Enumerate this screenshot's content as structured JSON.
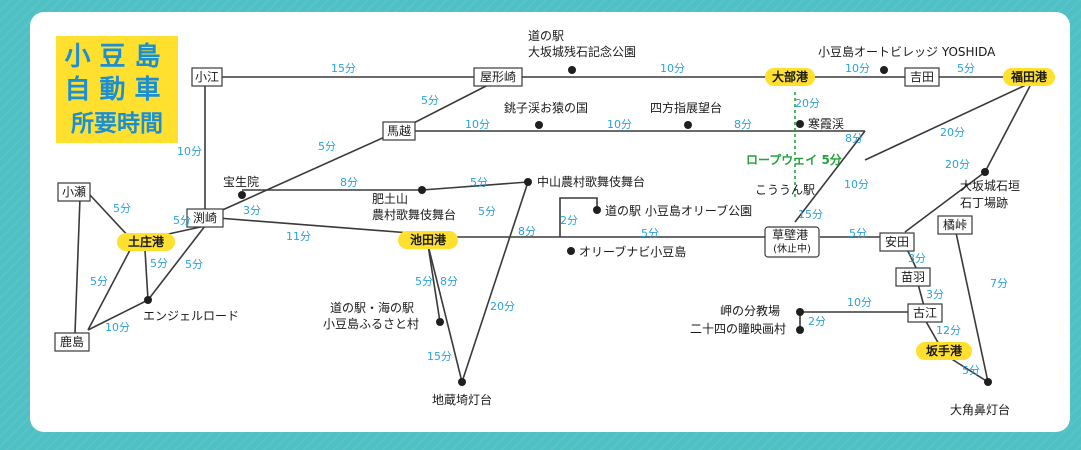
{
  "title": {
    "line1": "小豆島",
    "line2": "自動車",
    "line3": "所要時間"
  },
  "colors": {
    "route": "#3a3a3a",
    "time": "#29a3d9",
    "port": "#ffe02e",
    "ropeway": "#24a33a",
    "title_bg": "#ffe02e",
    "title_text": "#1a8fd6",
    "background": "#4fc0c4"
  },
  "places": {
    "shodoshima": "小江",
    "yagatazaki": "屋形崎",
    "michinoeki_osaka": "道の駅\n大坂城残石記念公園",
    "obeko": "大部港",
    "autovillage": "小豆島オートビレッジ YOSHIDA",
    "yoshida": "吉田",
    "fukudako": "福田港",
    "choshikei": "銚子渓お猿の国",
    "shihoshi": "四方指展望台",
    "umagoe": "馬越",
    "kankakei": "寒霞渓",
    "ropeway": "ロープウェイ 5分",
    "kouunkei": "こううん駅",
    "koseyama": "小瀬",
    "hosyoin": "宝生院",
    "hitoyama": "肥土山\n農村歌舞伎舞台",
    "nakayama": "中山農村歌舞伎舞台",
    "michinoeki_olive": "道の駅 小豆島オリーブ公園",
    "fuchizaki": "渕崎",
    "tonoshoko": "土庄港",
    "ikedako": "池田港",
    "olivenavi": "オリーブナビ小豆島",
    "kusakabeko": "草壁港\n(休止中)",
    "yasuda": "安田",
    "osaka_ishigaki": "大坂城石垣\n石丁場跡",
    "tachibana": "橘峠",
    "angelroad": "エンジェルロード",
    "kashima": "鹿島",
    "michinoeki_umi": "道の駅・海の駅\n小豆島ふるさと村",
    "jizosaki": "地蔵埼灯台",
    "misaki": "岬の分教場",
    "nijushi": "二十四の瞳映画村",
    "naeba": "苗羽",
    "koe": "古江",
    "sakateko": "坂手港",
    "okabana": "大角鼻灯台"
  },
  "times": [
    {
      "id": "t1",
      "text": "15分"
    },
    {
      "id": "t2",
      "text": "10分"
    },
    {
      "id": "t3",
      "text": "10分"
    },
    {
      "id": "t4",
      "text": "5分"
    },
    {
      "id": "t5",
      "text": "5分"
    },
    {
      "id": "t6",
      "text": "10分"
    },
    {
      "id": "t7",
      "text": "10分"
    },
    {
      "id": "t8",
      "text": "8分"
    },
    {
      "id": "t9",
      "text": "20分"
    },
    {
      "id": "t10",
      "text": "8分"
    },
    {
      "id": "t11",
      "text": "20分"
    },
    {
      "id": "t12",
      "text": "10分"
    },
    {
      "id": "t13",
      "text": "5分"
    },
    {
      "id": "t14",
      "text": "20分"
    },
    {
      "id": "t15",
      "text": "8分"
    },
    {
      "id": "t16",
      "text": "5分"
    },
    {
      "id": "t17",
      "text": "3分"
    },
    {
      "id": "t18",
      "text": "5分"
    },
    {
      "id": "t19",
      "text": "5分"
    },
    {
      "id": "t20",
      "text": "11分"
    },
    {
      "id": "t21",
      "text": "5分"
    },
    {
      "id": "t22",
      "text": "8分"
    },
    {
      "id": "t23",
      "text": "2分"
    },
    {
      "id": "t24",
      "text": "5分"
    },
    {
      "id": "t25",
      "text": "15分"
    },
    {
      "id": "t26",
      "text": "5分"
    },
    {
      "id": "t27",
      "text": "10分"
    },
    {
      "id": "t28",
      "text": "5分"
    },
    {
      "id": "t29",
      "text": "5分"
    },
    {
      "id": "t30",
      "text": "5分"
    },
    {
      "id": "t31",
      "text": "5分"
    },
    {
      "id": "t32",
      "text": "8分"
    },
    {
      "id": "t33",
      "text": "20分"
    },
    {
      "id": "t34",
      "text": "15分"
    },
    {
      "id": "t35",
      "text": "10分"
    },
    {
      "id": "t36",
      "text": "2分"
    },
    {
      "id": "t37",
      "text": "3分"
    },
    {
      "id": "t38",
      "text": "3分"
    },
    {
      "id": "t39",
      "text": "12分"
    },
    {
      "id": "t40",
      "text": "7分"
    },
    {
      "id": "t41",
      "text": "5分"
    },
    {
      "id": "t42",
      "text": "10分"
    }
  ]
}
